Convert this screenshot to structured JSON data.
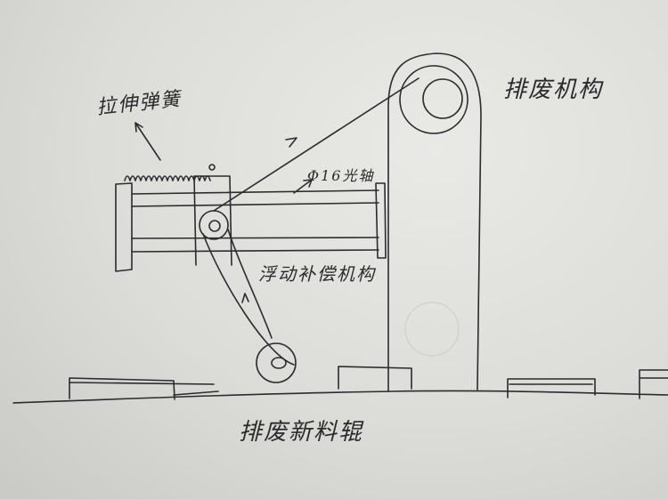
{
  "labels": {
    "tension_spring": "拉伸弹簧",
    "waste_mechanism": "排废机构",
    "shaft": "Φ16光轴",
    "floating_compensation": "浮动补偿机构",
    "waste_roller": "排废新料辊"
  }
}
